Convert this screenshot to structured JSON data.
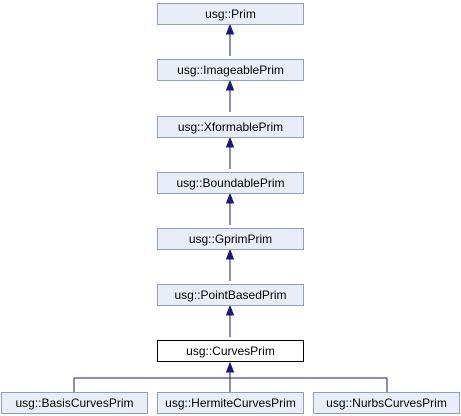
{
  "diagram": {
    "nodes": {
      "prim": "usg::Prim",
      "imageable": "usg::ImageablePrim",
      "xformable": "usg::XformablePrim",
      "boundable": "usg::BoundablePrim",
      "gprim": "usg::GprimPrim",
      "point_based": "usg::PointBasedPrim",
      "curves": "usg::CurvesPrim",
      "basis_curves": "usg::BasisCurvesPrim",
      "hermite_curves": "usg::HermiteCurvesPrim",
      "nurbs_curves": "usg::NurbsCurvesPrim"
    },
    "current_node": "curves",
    "edges": [
      {
        "from": "imageable",
        "to": "prim"
      },
      {
        "from": "xformable",
        "to": "imageable"
      },
      {
        "from": "boundable",
        "to": "xformable"
      },
      {
        "from": "gprim",
        "to": "boundable"
      },
      {
        "from": "point_based",
        "to": "gprim"
      },
      {
        "from": "curves",
        "to": "point_based"
      },
      {
        "from": "basis_curves",
        "to": "curves"
      },
      {
        "from": "hermite_curves",
        "to": "curves"
      },
      {
        "from": "nurbs_curves",
        "to": "curves"
      }
    ],
    "colors": {
      "node_fill": "#e8edf7",
      "node_border": "#8c9ec3",
      "current_fill": "#ffffff",
      "current_border": "#000000",
      "edge": "#1a1a7e"
    }
  }
}
